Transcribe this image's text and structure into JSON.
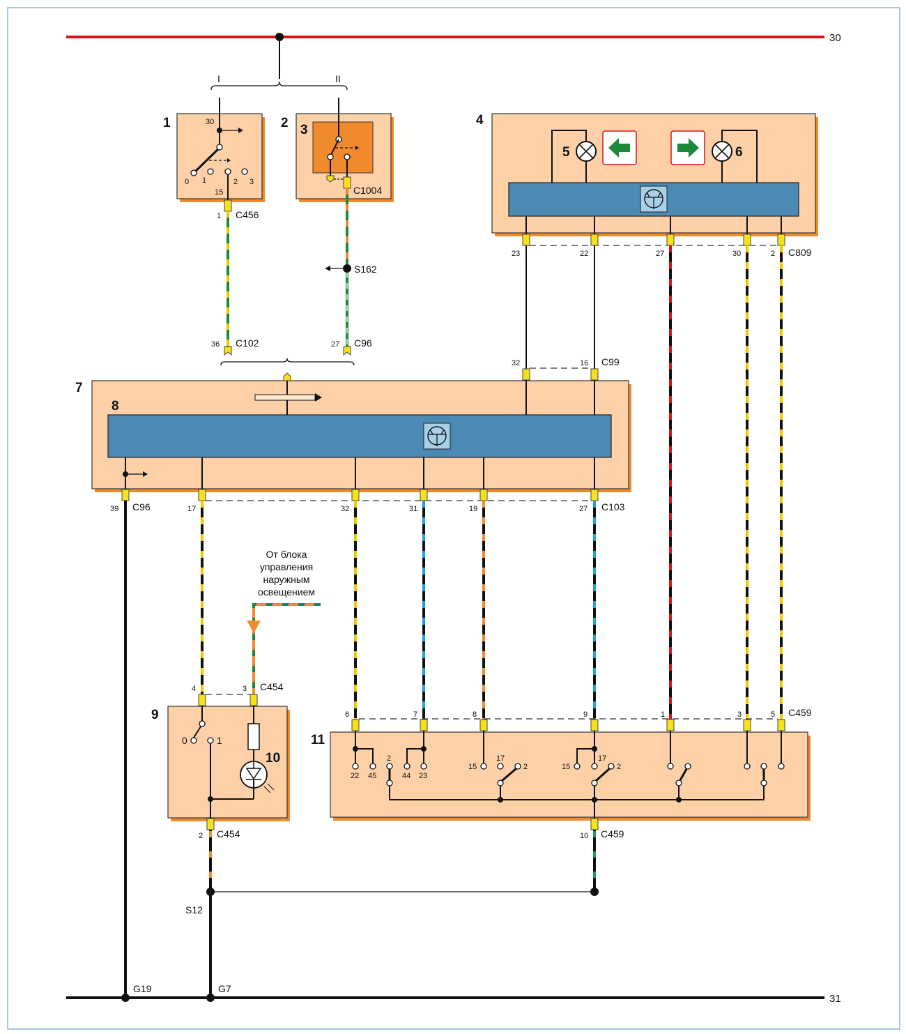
{
  "bus": {
    "top_label": "30",
    "bottom_label": "31",
    "top_color": "#d7141a",
    "bottom_color": "#111111"
  },
  "brace_top": {
    "left_label": "I",
    "right_label": "II"
  },
  "components": {
    "c1": "1",
    "c2": "2",
    "c3": "3",
    "c4": "4",
    "c5": "5",
    "c6": "6",
    "c7": "7",
    "c8": "8",
    "c9": "9",
    "c10": "10",
    "c11": "11"
  },
  "ignition_switch": {
    "terminal_30": "30",
    "terminal_15": "15",
    "positions": [
      "0",
      "1",
      "2",
      "3"
    ]
  },
  "connectors": {
    "c456": {
      "name": "C456",
      "pin": "1"
    },
    "c1004": {
      "name": "C1004"
    },
    "s162": "S162",
    "c102": {
      "name": "C102",
      "pin": "36"
    },
    "c96_top": {
      "name": "C96",
      "pin": "27"
    },
    "c809": {
      "name": "C809",
      "pins": [
        "23",
        "22",
        "27",
        "30",
        "2"
      ]
    },
    "c99": {
      "name": "C99",
      "pins": [
        "32",
        "16"
      ]
    },
    "c96_bottom": {
      "name": "C96",
      "pin": "39"
    },
    "c103": {
      "name": "C103",
      "pins": [
        "17",
        "32",
        "31",
        "19",
        "27"
      ]
    },
    "c454_top": {
      "name": "C454",
      "pins": [
        "4",
        "3"
      ]
    },
    "c454_bottom": {
      "name": "C454",
      "pin": "2"
    },
    "c459_top": {
      "name": "C459",
      "pins": [
        "6",
        "7",
        "8",
        "9",
        "1",
        "3",
        "5"
      ]
    },
    "c459_bottom": {
      "name": "C459",
      "pin": "10"
    },
    "s12": "S12",
    "g19": "G19",
    "g7": "G7"
  },
  "switch9": {
    "pos0": "0",
    "pos1": "1"
  },
  "switch11_terminals": {
    "t22": "22",
    "t45": "45",
    "t2a": "2",
    "t44": "44",
    "t23": "23",
    "t15a": "15",
    "t17a": "17",
    "t2b": "2",
    "t15b": "15",
    "t17b": "17",
    "t2c": "2"
  },
  "note": {
    "lines": [
      "От блока",
      "управления",
      "наружным",
      "освещением"
    ]
  },
  "wire_colors": {
    "green": "#1a8a3a",
    "yellow": "#f5c800",
    "orange": "#f28a2e",
    "blue": "#1fa0e0",
    "red": "#d7141a",
    "black": "#111111"
  }
}
